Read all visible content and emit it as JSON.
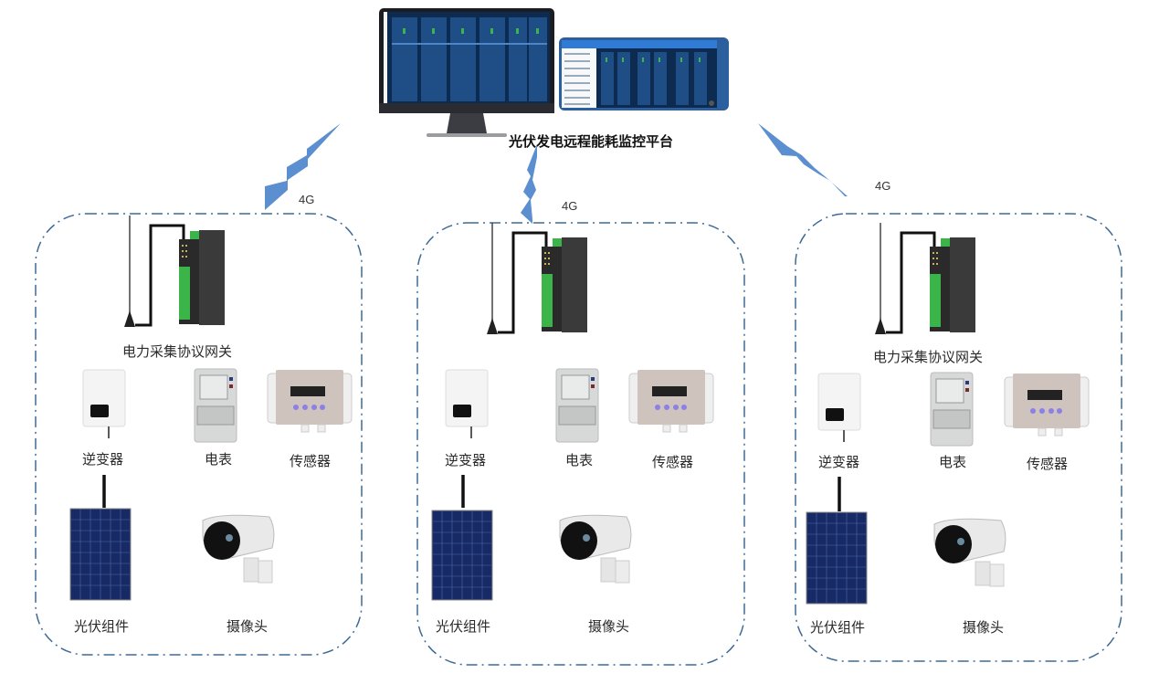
{
  "platform": {
    "title": "光伏发电远程能耗监控平台",
    "devices": [
      "monitor-icon",
      "phone-icon"
    ]
  },
  "link_label": "4G",
  "colors": {
    "link": "#5b8fd0",
    "border": "#3d6a96",
    "screen": "#0c2a52",
    "screen_accent": "#2f7bd6",
    "gateway_body": "#2d2d2d",
    "terminal": "#3bb54a",
    "panel": "#172a66"
  },
  "sites": [
    {
      "gateway_label": "电力采集协议网关",
      "inverter_label": "逆变器",
      "meter_label": "电表",
      "sensor_label": "传感器",
      "pv_label": "光伏组件",
      "camera_label": "摄像头"
    },
    {
      "gateway_label": "",
      "inverter_label": "逆变器",
      "meter_label": "电表",
      "sensor_label": "传感器",
      "pv_label": "光伏组件",
      "camera_label": "摄像头"
    },
    {
      "gateway_label": "电力采集协议网关",
      "inverter_label": "逆变器",
      "meter_label": "电表",
      "sensor_label": "传感器",
      "pv_label": "光伏组件",
      "camera_label": "摄像头"
    }
  ]
}
